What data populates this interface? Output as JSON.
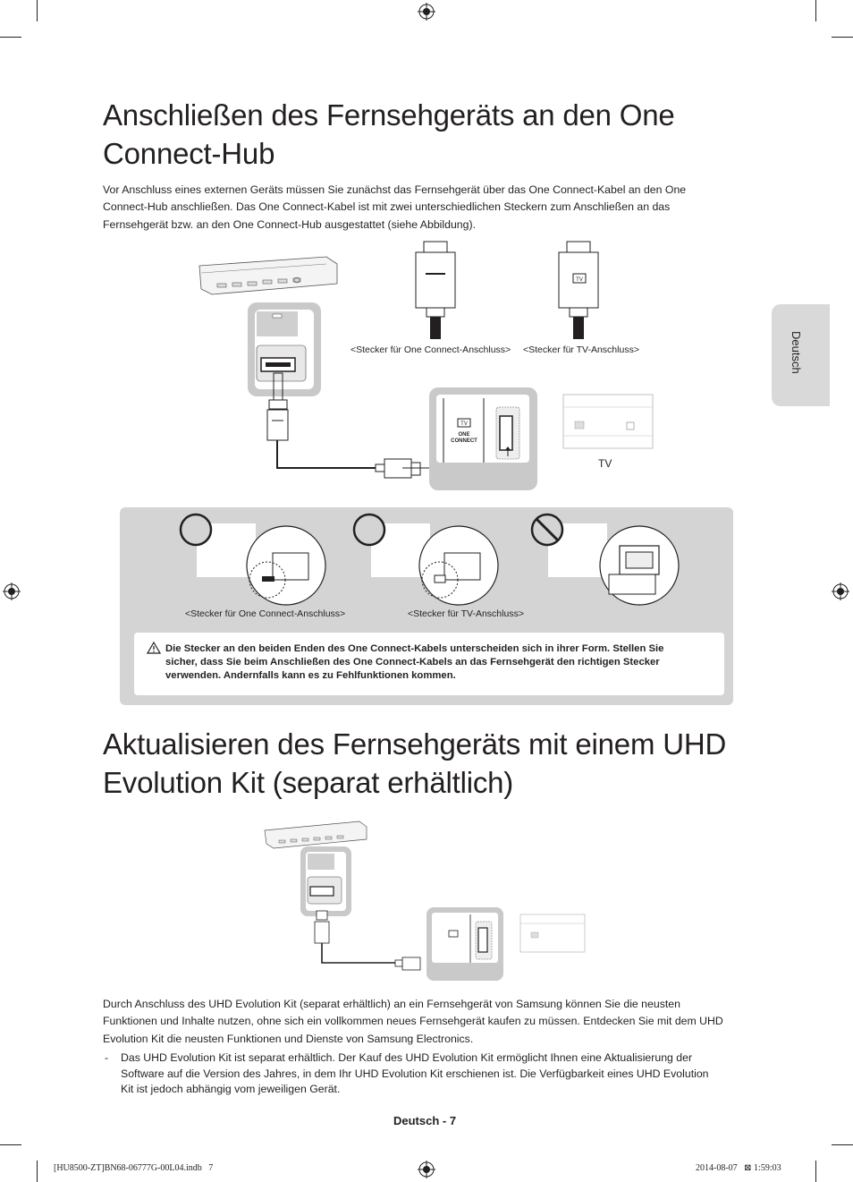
{
  "side_tab": {
    "label": "Deutsch"
  },
  "section1": {
    "title_line1": "Anschließen des Fernsehgeräts an den One",
    "title_line2": "Connect-Hub",
    "intro_line1": "Vor Anschluss eines externen Geräts müssen Sie zunächst das Fernsehgerät über das One Connect-Kabel an den One",
    "intro_line2": "Connect-Hub anschließen. Das One Connect-Kabel ist mit zwei unterschiedlichen Steckern zum Anschließen an das",
    "intro_line3": "Fernsehgerät bzw. an den One Connect-Hub ausgestattet (siehe Abbildung)."
  },
  "diagram1": {
    "caption_oc_plug": "<Stecker für One Connect-Anschluss>",
    "caption_tv_plug": "<Stecker für TV-Anschluss>",
    "tv_label": "TV",
    "port_one": "ONE",
    "port_connect": "CONNECT",
    "plug_tv_badge": "TV"
  },
  "panel": {
    "caption_oc": "<Stecker für One Connect-Anschluss>",
    "caption_tv": "<Stecker für TV-Anschluss>",
    "note_line1": "Die Stecker an den beiden Enden des One Connect-Kabels unterscheiden sich in ihrer Form. Stellen Sie",
    "note_line2": "sicher, dass Sie beim Anschließen des One Connect-Kabels an das Fernsehgerät den richtigen Stecker",
    "note_line3": "verwenden. Andernfalls kann es zu Fehlfunktionen kommen."
  },
  "section2": {
    "title_line1": "Aktualisieren des Fernsehgeräts mit einem UHD",
    "title_line2": "Evolution Kit (separat erhältlich)",
    "para_line1": "Durch Anschluss des UHD Evolution Kit (separat erhältlich) an ein Fernsehgerät von Samsung können Sie die neusten",
    "para_line2": "Funktionen und Inhalte nutzen, ohne sich ein vollkommen neues Fernsehgerät kaufen zu müssen. Entdecken Sie mit dem UHD",
    "para_line3": "Evolution Kit die neusten Funktionen und Dienste von Samsung Electronics.",
    "bullet_dash": "-",
    "bullet_line1": "Das UHD Evolution Kit ist separat erhältlich. Der Kauf des UHD Evolution Kit ermöglicht Ihnen eine Aktualisierung der",
    "bullet_line2": "Software auf die Version des Jahres, in dem Ihr UHD Evolution Kit erschienen ist. Die Verfügbarkeit eines UHD Evolution",
    "bullet_line3": "Kit ist jedoch abhängig vom jeweiligen Gerät."
  },
  "footer": {
    "page_label": "Deutsch - 7",
    "file_info": "[HU8500-ZT]BN68-06777G-00L04.indb   7",
    "timestamp": "2014-08-07   ⊠ 1:59:03"
  }
}
